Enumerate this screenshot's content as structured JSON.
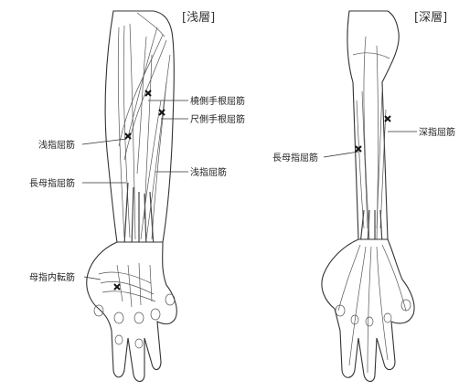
{
  "panels": {
    "superficial": {
      "title": "[浅層]",
      "labels": {
        "flexor_carpi_radialis": "橈側手根屈筋",
        "flexor_carpi_ulnaris": "尺側手根屈筋",
        "fds_left": "浅指屈筋",
        "fds_right": "浅指屈筋",
        "fpl": "長母指屈筋",
        "adductor_pollicis": "母指内転筋"
      }
    },
    "deep": {
      "title": "[深層]",
      "labels": {
        "fdp": "深指屈筋",
        "fpl": "長母指屈筋"
      }
    }
  }
}
